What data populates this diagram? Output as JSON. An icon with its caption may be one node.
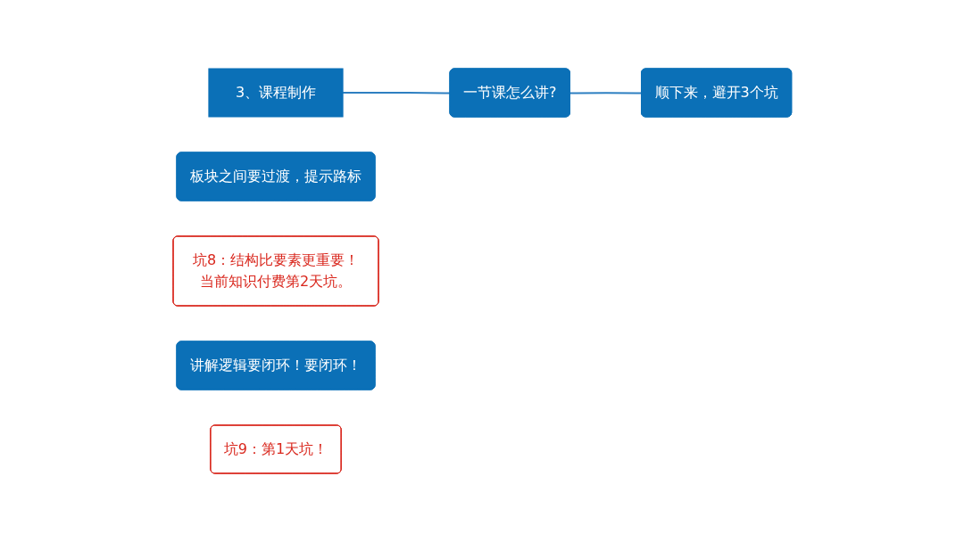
{
  "diagram": {
    "nodes": [
      {
        "text": [
          "3、课程制作"
        ]
      },
      {
        "text": [
          "一节课怎么讲?"
        ]
      },
      {
        "text": [
          "顺下来，避开3个坑"
        ]
      },
      {
        "text": [
          "板块之间要过渡，提示路标"
        ]
      },
      {
        "text": [
          "坑8：结构比要素更重要！当前知识付费第2天坑。"
        ]
      },
      {
        "text": [
          "讲解逻辑要闭环！要闭环！"
        ]
      },
      {
        "text": [
          "坑9：第1天坑！"
        ]
      }
    ],
    "edges": [
      {
        "from": 0,
        "to": 1,
        "arrow": "none"
      },
      {
        "from": 1,
        "to": 2,
        "arrow": "none"
      }
    ]
  }
}
